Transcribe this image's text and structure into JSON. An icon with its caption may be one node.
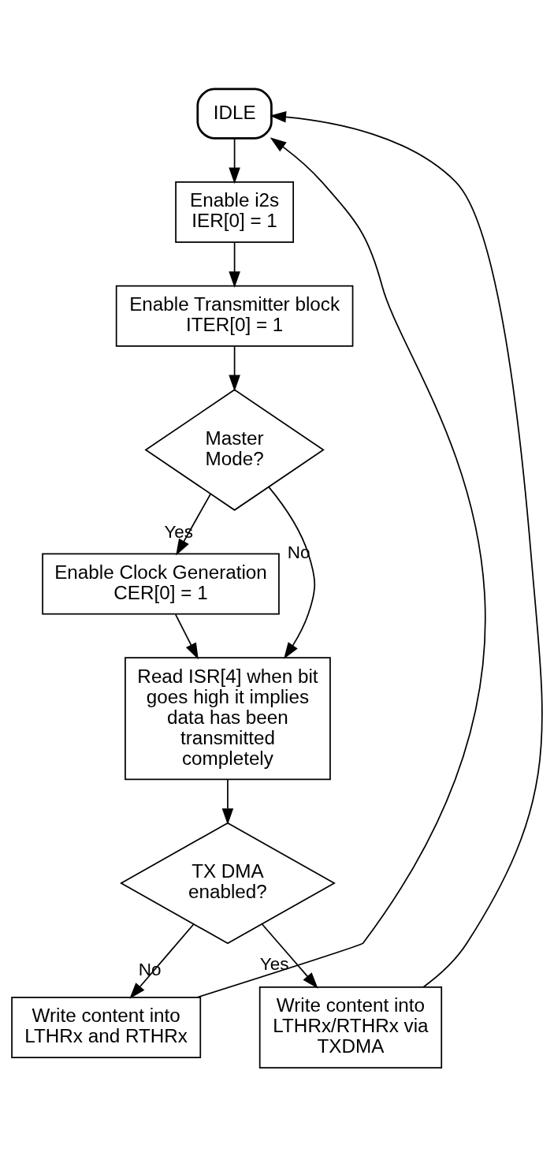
{
  "diagram": {
    "nodes": [
      {
        "text": [
          "IDLE"
        ]
      },
      {
        "text": [
          "Enable i2s",
          "IER[0] = 1"
        ]
      },
      {
        "text": [
          "Enable Transmitter block",
          "ITER[0] = 1"
        ]
      },
      {
        "text": [
          "Master Mode?"
        ]
      },
      {
        "text": [
          "Enable Clock Generation",
          "CER[0] = 1"
        ]
      },
      {
        "text": [
          "Read ISR[4] when bit goes high it implies data has been transmitted completely"
        ]
      },
      {
        "text": [
          "TX DMA enabled?"
        ]
      },
      {
        "text": [
          "Write content into LTHRx and RTHRx"
        ]
      },
      {
        "text": [
          "Write content into LTHRx/RTHRx via TXDMA"
        ]
      }
    ],
    "edges": [
      {
        "from": 0,
        "to": 1,
        "arrow": "to"
      },
      {
        "from": 1,
        "to": 2,
        "arrow": "to"
      },
      {
        "from": 2,
        "to": 3,
        "arrow": "to"
      },
      {
        "from": 3,
        "to": 4,
        "arrow": "to",
        "label": "Yes"
      },
      {
        "from": 3,
        "to": 5,
        "arrow": "to",
        "label": "No"
      },
      {
        "from": 4,
        "to": 5,
        "arrow": "to"
      },
      {
        "from": 5,
        "to": 6,
        "arrow": "to"
      },
      {
        "from": 6,
        "to": 7,
        "arrow": "to",
        "label": "No"
      },
      {
        "from": 6,
        "to": 8,
        "arrow": "to",
        "label": "Yes"
      },
      {
        "from": 7,
        "to": 0,
        "arrow": "to"
      },
      {
        "from": 8,
        "to": 0,
        "arrow": "to"
      }
    ]
  }
}
